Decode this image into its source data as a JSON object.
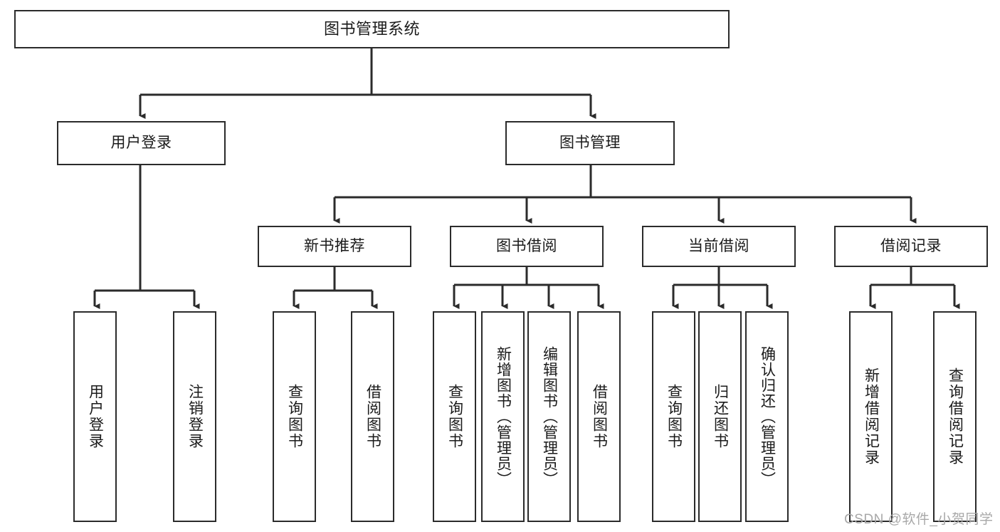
{
  "diagram": {
    "title": "图书管理系统",
    "type": "tree-hierarchy",
    "orientation": "top-down",
    "colors": {
      "box_border": "#2b2b2b",
      "box_fill": "#ffffff",
      "edge": "#2b2b2b",
      "text": "#1a1a1a",
      "watermark": "#a8a8a8",
      "background": "#ffffff"
    }
  },
  "root": {
    "label": "图书管理系统"
  },
  "level2": [
    {
      "label": "用户登录"
    },
    {
      "label": "图书管理"
    }
  ],
  "level3": [
    {
      "label": "新书推荐"
    },
    {
      "label": "图书借阅"
    },
    {
      "label": "当前借阅"
    },
    {
      "label": "借阅记录"
    }
  ],
  "leaves": {
    "user_login": [
      {
        "label": "用户登录"
      },
      {
        "label": "注销登录"
      }
    ],
    "new_book_recommend": [
      {
        "label": "查询图书"
      },
      {
        "label": "借阅图书"
      }
    ],
    "book_borrow": [
      {
        "label": "查询图书"
      },
      {
        "label": "新增图书（管理员）"
      },
      {
        "label": "编辑图书（管理员）"
      },
      {
        "label": "借阅图书"
      }
    ],
    "current_borrow": [
      {
        "label": "查询图书"
      },
      {
        "label": "归还图书"
      },
      {
        "label": "确认归还（管理员）"
      }
    ],
    "borrow_record": [
      {
        "label": "新增借阅记录"
      },
      {
        "label": "查询借阅记录"
      }
    ]
  },
  "watermark": {
    "text": "CSDN @软件_小贺同学"
  }
}
